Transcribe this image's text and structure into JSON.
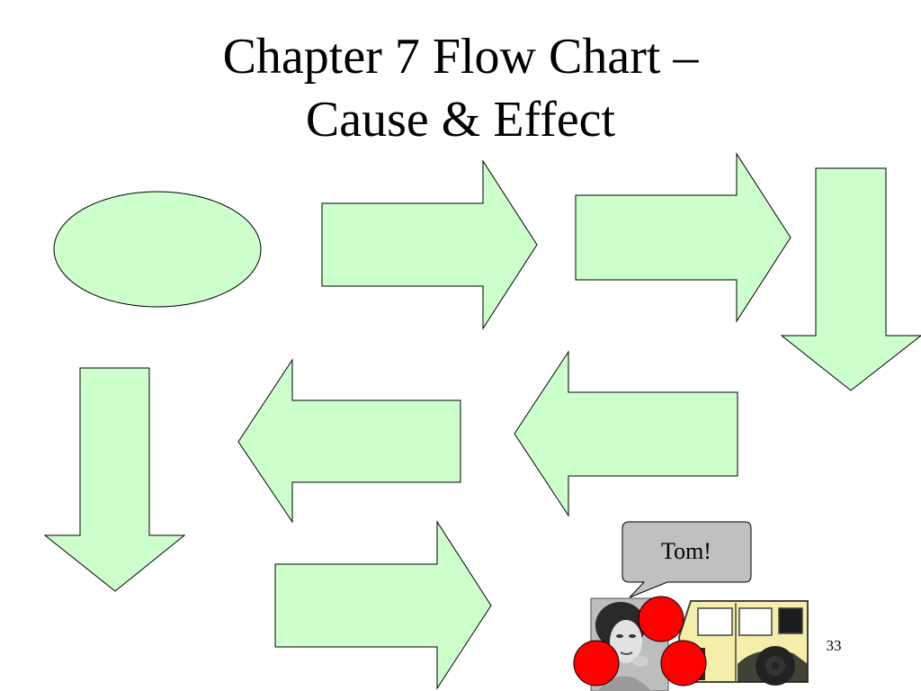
{
  "slide": {
    "title_line_1": "Chapter 7 Flow Chart –",
    "title_line_2": "Cause & Effect",
    "slide_number": "33"
  },
  "callout": {
    "text": "Tom!"
  },
  "colors": {
    "shape_fill": "#ccffcc",
    "callout_fill": "#c0c0c0",
    "car_body": "#f5eeaa",
    "balloon": "#ff0000"
  }
}
